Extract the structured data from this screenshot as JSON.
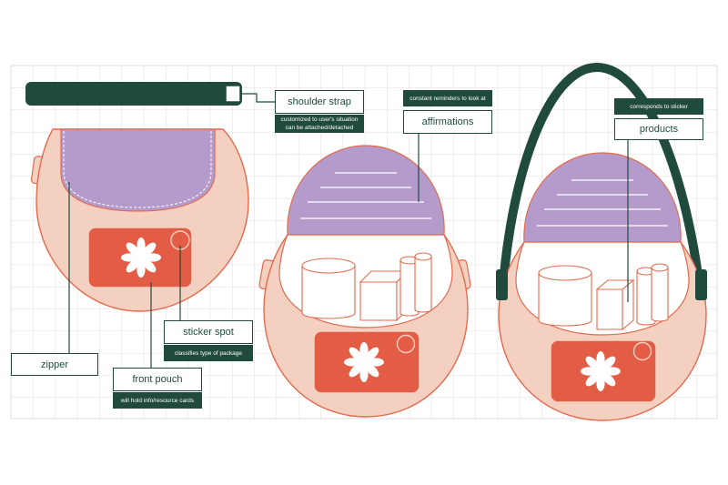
{
  "labels": {
    "shoulder_strap": "shoulder strap",
    "affirmations": "affirmations",
    "products": "products",
    "zipper": "zipper",
    "sticker_spot": "sticker spot",
    "front_pouch": "front pouch"
  },
  "notes": {
    "shoulder_strap_line1": "customized to user's situation",
    "shoulder_strap_line2": "can be attached/detached",
    "affirmations": "constant reminders to look at",
    "products": "corresponds to sticker",
    "sticker_spot": "classifies type of package",
    "front_pouch": "will hold info/resource cards"
  },
  "colors": {
    "bag_body": "#f4d0c0",
    "bag_outline": "#e36a4e",
    "flap": "#b59bcb",
    "patch": "#e35c46",
    "strap": "#1f4a3d",
    "grid": "#dcdcdc"
  }
}
